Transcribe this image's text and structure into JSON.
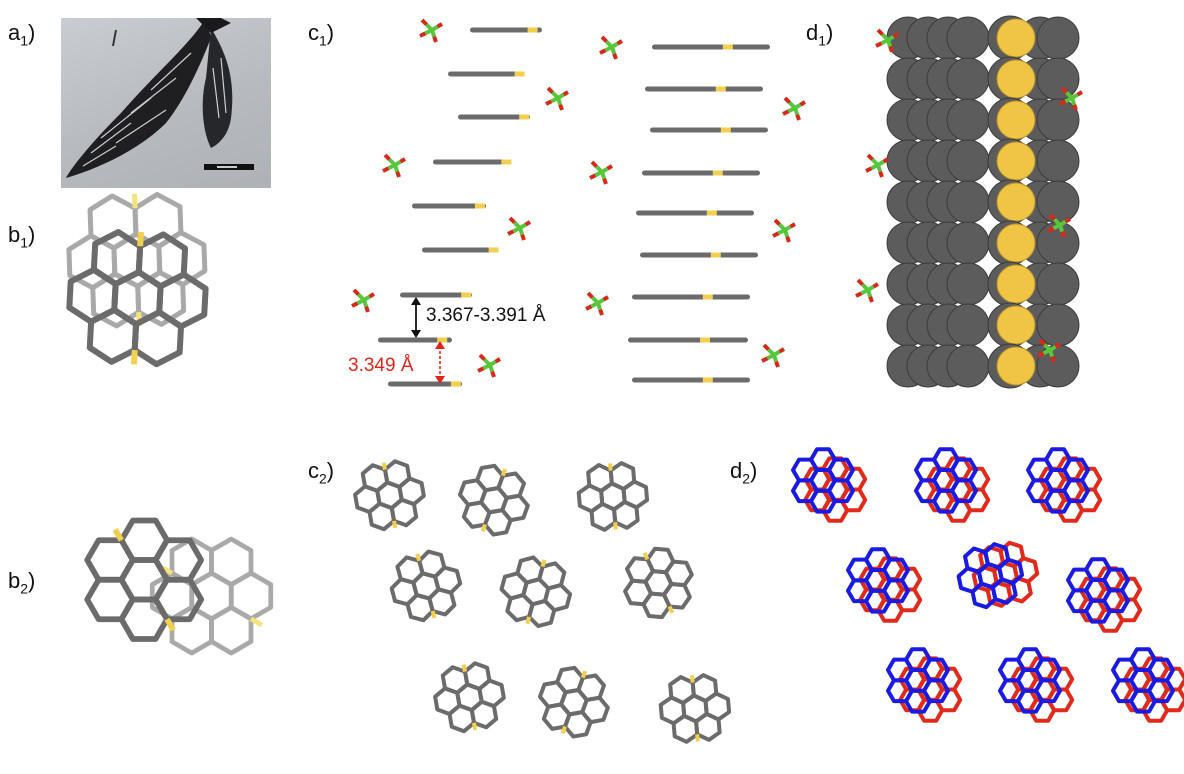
{
  "labels": {
    "a1": {
      "main": "a",
      "sub": "1",
      "close": ")"
    },
    "b1": {
      "main": "b",
      "sub": "1",
      "close": ")"
    },
    "b2": {
      "main": "b",
      "sub": "2",
      "close": ")"
    },
    "c1": {
      "main": "c",
      "sub": "1",
      "close": ")"
    },
    "c2": {
      "main": "c",
      "sub": "2",
      "close": ")"
    },
    "d1": {
      "main": "d",
      "sub": "1",
      "close": ")"
    },
    "d2": {
      "main": "d",
      "sub": "2",
      "close": ")"
    }
  },
  "annotations": {
    "interlayer_distance": "3.367-3.391 Å",
    "short_distance": "3.349 Å"
  },
  "colors": {
    "carbon": "#6b6b6b",
    "carbon_light": "#a9a9a9",
    "sulfur": "#f2cf4f",
    "sulfur_light": "#f5e27a",
    "perchlorate_cl": "#58c63c",
    "perchlorate_o": "#d32a1a",
    "sphere_carbon": "#5c5c5c",
    "sphere_sulfur": "#f0c545",
    "overlay_red": "#e02a1c",
    "overlay_blue": "#1a1ae0",
    "arrow_black": "#111111",
    "arrow_red": "#e0261c"
  },
  "icons": [
    "crystal-photo-icon",
    "molecule-icon",
    "perchlorate-anion-icon",
    "space-filling-stack-icon"
  ]
}
